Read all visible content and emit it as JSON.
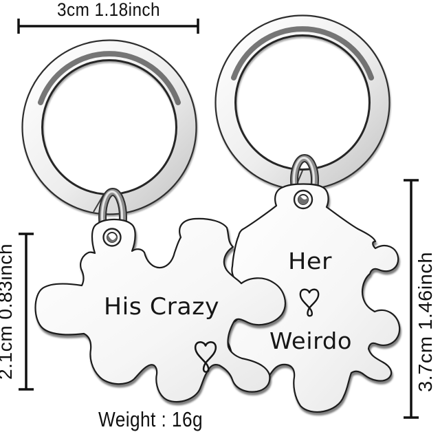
{
  "product": {
    "description": "pair of interlocking puzzle-piece keychains with split key rings",
    "piece_count": "2"
  },
  "annotations": {
    "width_top": "3cm 1.18inch",
    "height_left": "2.1cm 0.83inch",
    "height_right": "3.7cm 1.46inch",
    "weight": "Weight : 16g"
  },
  "engravings": {
    "left_piece": "His Crazy",
    "right_piece_top": "Her",
    "right_piece_bottom": "Weirdo"
  },
  "icons": {
    "left_piece_heart": "balloon-heart-outline-icon",
    "right_piece_heart": "balloon-heart-outline-icon"
  },
  "colors": {
    "background": "#ffffff",
    "ink": "#101010",
    "engraving": "#161616",
    "outline": "#1c1c1c",
    "metal_light": "#ffffff",
    "metal_mid": "#e9e9e9",
    "metal_dark": "#c7c7c7",
    "inner_shadow": "#4a4a4a"
  }
}
